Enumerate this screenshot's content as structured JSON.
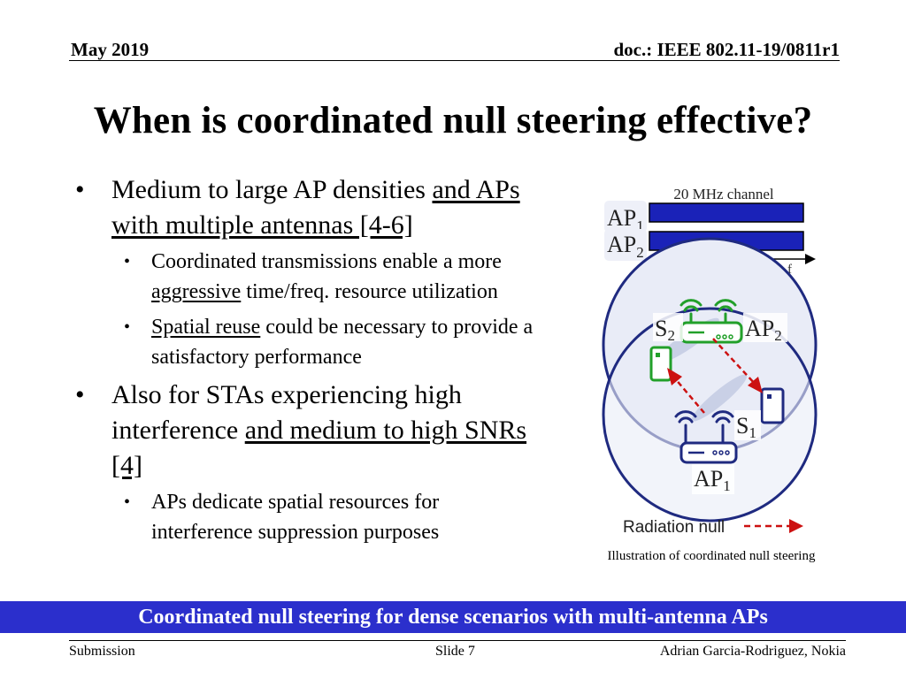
{
  "header": {
    "date": "May 2019",
    "doc": "doc.: IEEE 802.11-19/0811r1"
  },
  "title": "When is coordinated null steering effective?",
  "bullets": {
    "b1": {
      "text_a": "Medium to large AP densities ",
      "text_u": "and APs with multiple antennas [4-6]"
    },
    "b1_sub1": {
      "text_a": "Coordinated transmissions enable a more ",
      "text_u": "aggressive",
      "text_b": " time/freq. resource utilization"
    },
    "b1_sub2": {
      "text_u": "Spatial reuse",
      "text_b": " could be necessary to provide a satisfactory performance"
    },
    "b2": {
      "text_a": "Also for STAs experiencing high interference ",
      "text_u": "and medium to high SNRs [4]"
    },
    "b2_sub1": {
      "text_a": "APs dedicate spatial resources for interference suppression purposes"
    },
    "bullet_glyph": "•"
  },
  "figure": {
    "channel_label": "20 MHz channel",
    "ap1_main": "AP",
    "ap1_sub": "1",
    "ap2_main": "AP",
    "ap2_sub": "2",
    "freq_label": "f",
    "s1_main": "S",
    "s1_sub": "1",
    "s2_main": "S",
    "s2_sub": "2",
    "legend_label": "Radiation null",
    "caption": "Illustration of coordinated null steering",
    "colors": {
      "bar": "#1a22b8",
      "circle": "#1f2a80",
      "green": "#22a02a",
      "arrow": "#cc1111"
    }
  },
  "banner": "Coordinated null steering for dense scenarios with multi-antenna APs",
  "footer": {
    "left": "Submission",
    "center": "Slide 7",
    "right": "Adrian Garcia-Rodriguez, Nokia"
  }
}
